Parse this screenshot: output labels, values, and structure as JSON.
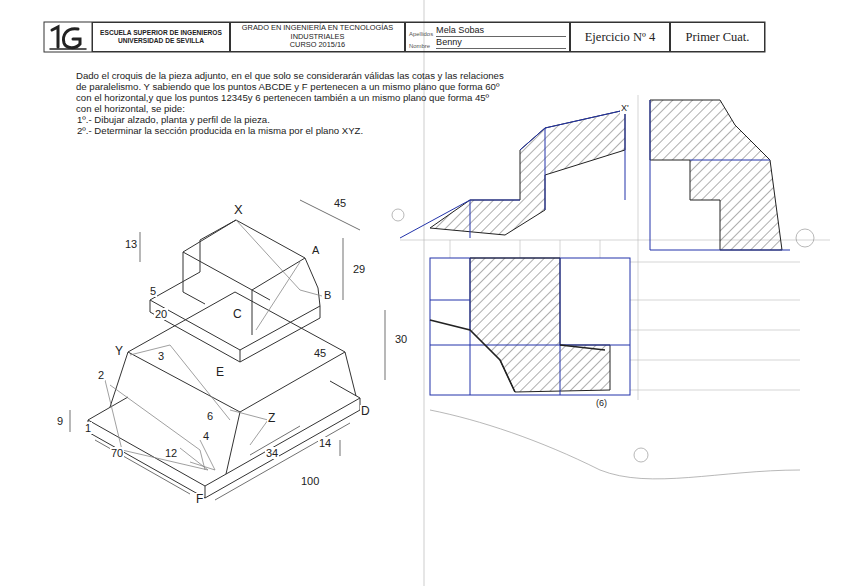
{
  "diagram": {
    "nodes": [
      {
        "text": [
          "ESCUELA SUPERIOR DE INGENIEROS",
          "UNIVERSIDAD DE SEVILLA"
        ]
      },
      {
        "text": [
          "GRADO EN INGENIERÍA EN TECNOLOGÍAS INDUSTRIALES",
          "CURSO 2015/16"
        ]
      },
      {
        "text": [
          "Apellidos",
          "Mela Sobas",
          "Nombre",
          "Benny"
        ]
      },
      {
        "text": [
          "Ejercicio Nº 4"
        ]
      },
      {
        "text": [
          "Primer Cuat."
        ]
      }
    ],
    "labels": [
      "Dado el croquis de la pieza adjunto, en el que solo se considerarán válidas las cotas y las relaciones de paralelismo. Y sabiendo que los puntos ABCDE y F pertenecen a un mismo plano que forma 60º con el horizontal,y que los puntos 12345y 6 pertenecen también a un mismo plano que forma 45º con el horizontal, se pide:",
      "1º.- Dibujar alzado, planta y perfil de la pieza.",
      "2º.- Determinar la sección producida en la misma por el plano XYZ.",
      "X",
      "45",
      "A",
      "13",
      "29",
      "B",
      "5",
      "20",
      "C",
      "Y",
      "3",
      "45",
      "30",
      "E",
      "2",
      "9",
      "1",
      "6",
      "Z",
      "D",
      "70",
      "12",
      "4",
      "14",
      "34",
      "100",
      "F",
      "X'",
      "(6)"
    ]
  }
}
